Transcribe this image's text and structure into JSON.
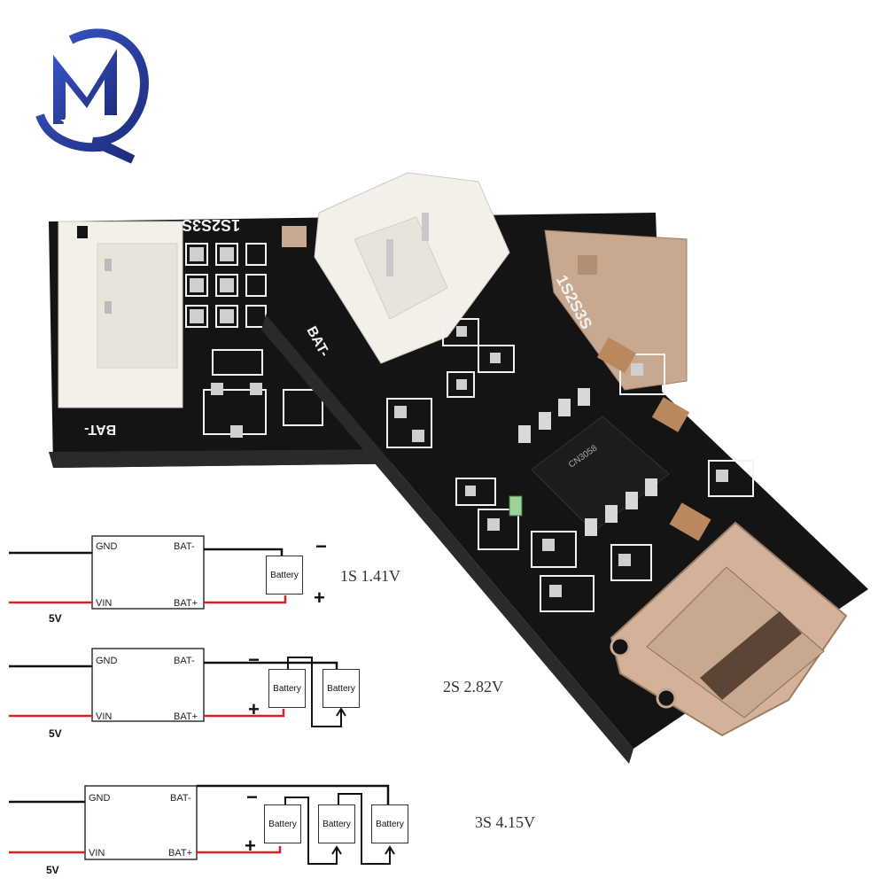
{
  "colors": {
    "pcb": "#141414",
    "silkscreen": "#f2f2f2",
    "connector": "#f3f0ea",
    "usb_metal": "#c8a98f",
    "wire_negative": "#111111",
    "wire_positive": "#e02020",
    "logo_blue": "#2c3f9a"
  },
  "logo": {
    "letters": "MQ",
    "icon": "mq-brand-logo-icon"
  },
  "board_front": {
    "silkscreen_bat": "BAT-",
    "silkscreen_code": "1S2S3S",
    "chip_marking": "CN3058",
    "port": "usb-c-port-icon",
    "led": "green-led-icon"
  },
  "board_back": {
    "silkscreen_bat": "BAT-",
    "silkscreen_code": "1S2S3S"
  },
  "diagrams": [
    {
      "module": {
        "gnd": "GND",
        "vin": "VIN",
        "bat_minus": "BAT-",
        "bat_plus": "BAT+"
      },
      "supply_label": "5V",
      "minus_sign": "−",
      "plus_sign": "+",
      "battery_label": "Battery",
      "battery_count": 1,
      "config_label": "1S  1.41V"
    },
    {
      "module": {
        "gnd": "GND",
        "vin": "VIN",
        "bat_minus": "BAT-",
        "bat_plus": "BAT+"
      },
      "supply_label": "5V",
      "minus_sign": "−",
      "plus_sign": "+",
      "battery_label": "Battery",
      "battery_count": 2,
      "config_label": "2S  2.82V"
    },
    {
      "module": {
        "gnd": "GND",
        "vin": "VIN",
        "bat_minus": "BAT-",
        "bat_plus": "BAT+"
      },
      "supply_label": "5V",
      "minus_sign": "−",
      "plus_sign": "+",
      "battery_label": "Battery",
      "battery_count": 3,
      "config_label": "3S  4.15V"
    }
  ]
}
